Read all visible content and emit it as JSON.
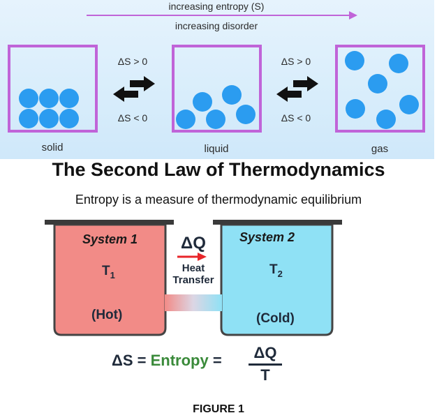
{
  "top_panel": {
    "arrow_line1": "increasing entropy (S)",
    "arrow_line2": "increasing disorder",
    "states": [
      "solid",
      "liquid",
      "gas"
    ],
    "transition_up": "ΔS > 0",
    "transition_down": "ΔS < 0",
    "particle_color": "#2b9cf0",
    "box_color": "#c064d8",
    "arrow_color": "#c064d8"
  },
  "title": "The Second Law of Thermodynamics",
  "subtitle": "Entropy is a measure of thermodynamic  equilibrium",
  "system1": {
    "name": "System 1",
    "temp_symbol": "T",
    "temp_sub": "1",
    "state": "(Hot)",
    "color": "#f28b87"
  },
  "system2": {
    "name": "System 2",
    "temp_symbol": "T",
    "temp_sub": "2",
    "state": "(Cold)",
    "color": "#8fe1f5"
  },
  "transfer": {
    "symbol": "ΔQ",
    "line1": "Heat",
    "line2": "Transfer",
    "arrow_color": "#e8262a"
  },
  "formula": {
    "lhs": "ΔS =",
    "word": "Entropy",
    "eq": "=",
    "numerator": "ΔQ",
    "denominator": "T",
    "word_color": "#3a8a3a"
  },
  "figure_label": "FIGURE 1"
}
